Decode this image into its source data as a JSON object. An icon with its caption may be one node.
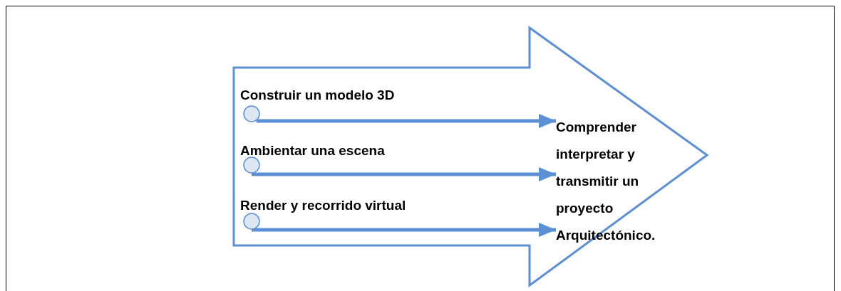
{
  "diagram": {
    "nodes": [
      {
        "text": [],
        "shape": "arrow"
      },
      {
        "text": [],
        "shape": "circle",
        "in": 0
      },
      {
        "text": [],
        "shape": "circle",
        "in": 0
      },
      {
        "text": [],
        "shape": "circle",
        "in": 0
      },
      {
        "text": [
          "Comprender interpretar y transmitir un proyecto Arquitectónico."
        ],
        "in": 0
      }
    ],
    "edges": [
      {
        "from": 1,
        "to": 4,
        "arrow": "to",
        "label": "Construir un modelo 3D"
      },
      {
        "from": 2,
        "to": 4,
        "arrow": "to",
        "label": "Ambientar una escena"
      },
      {
        "from": 3,
        "to": 4,
        "arrow": "to",
        "label": "Render y recorrido virtual"
      }
    ]
  }
}
